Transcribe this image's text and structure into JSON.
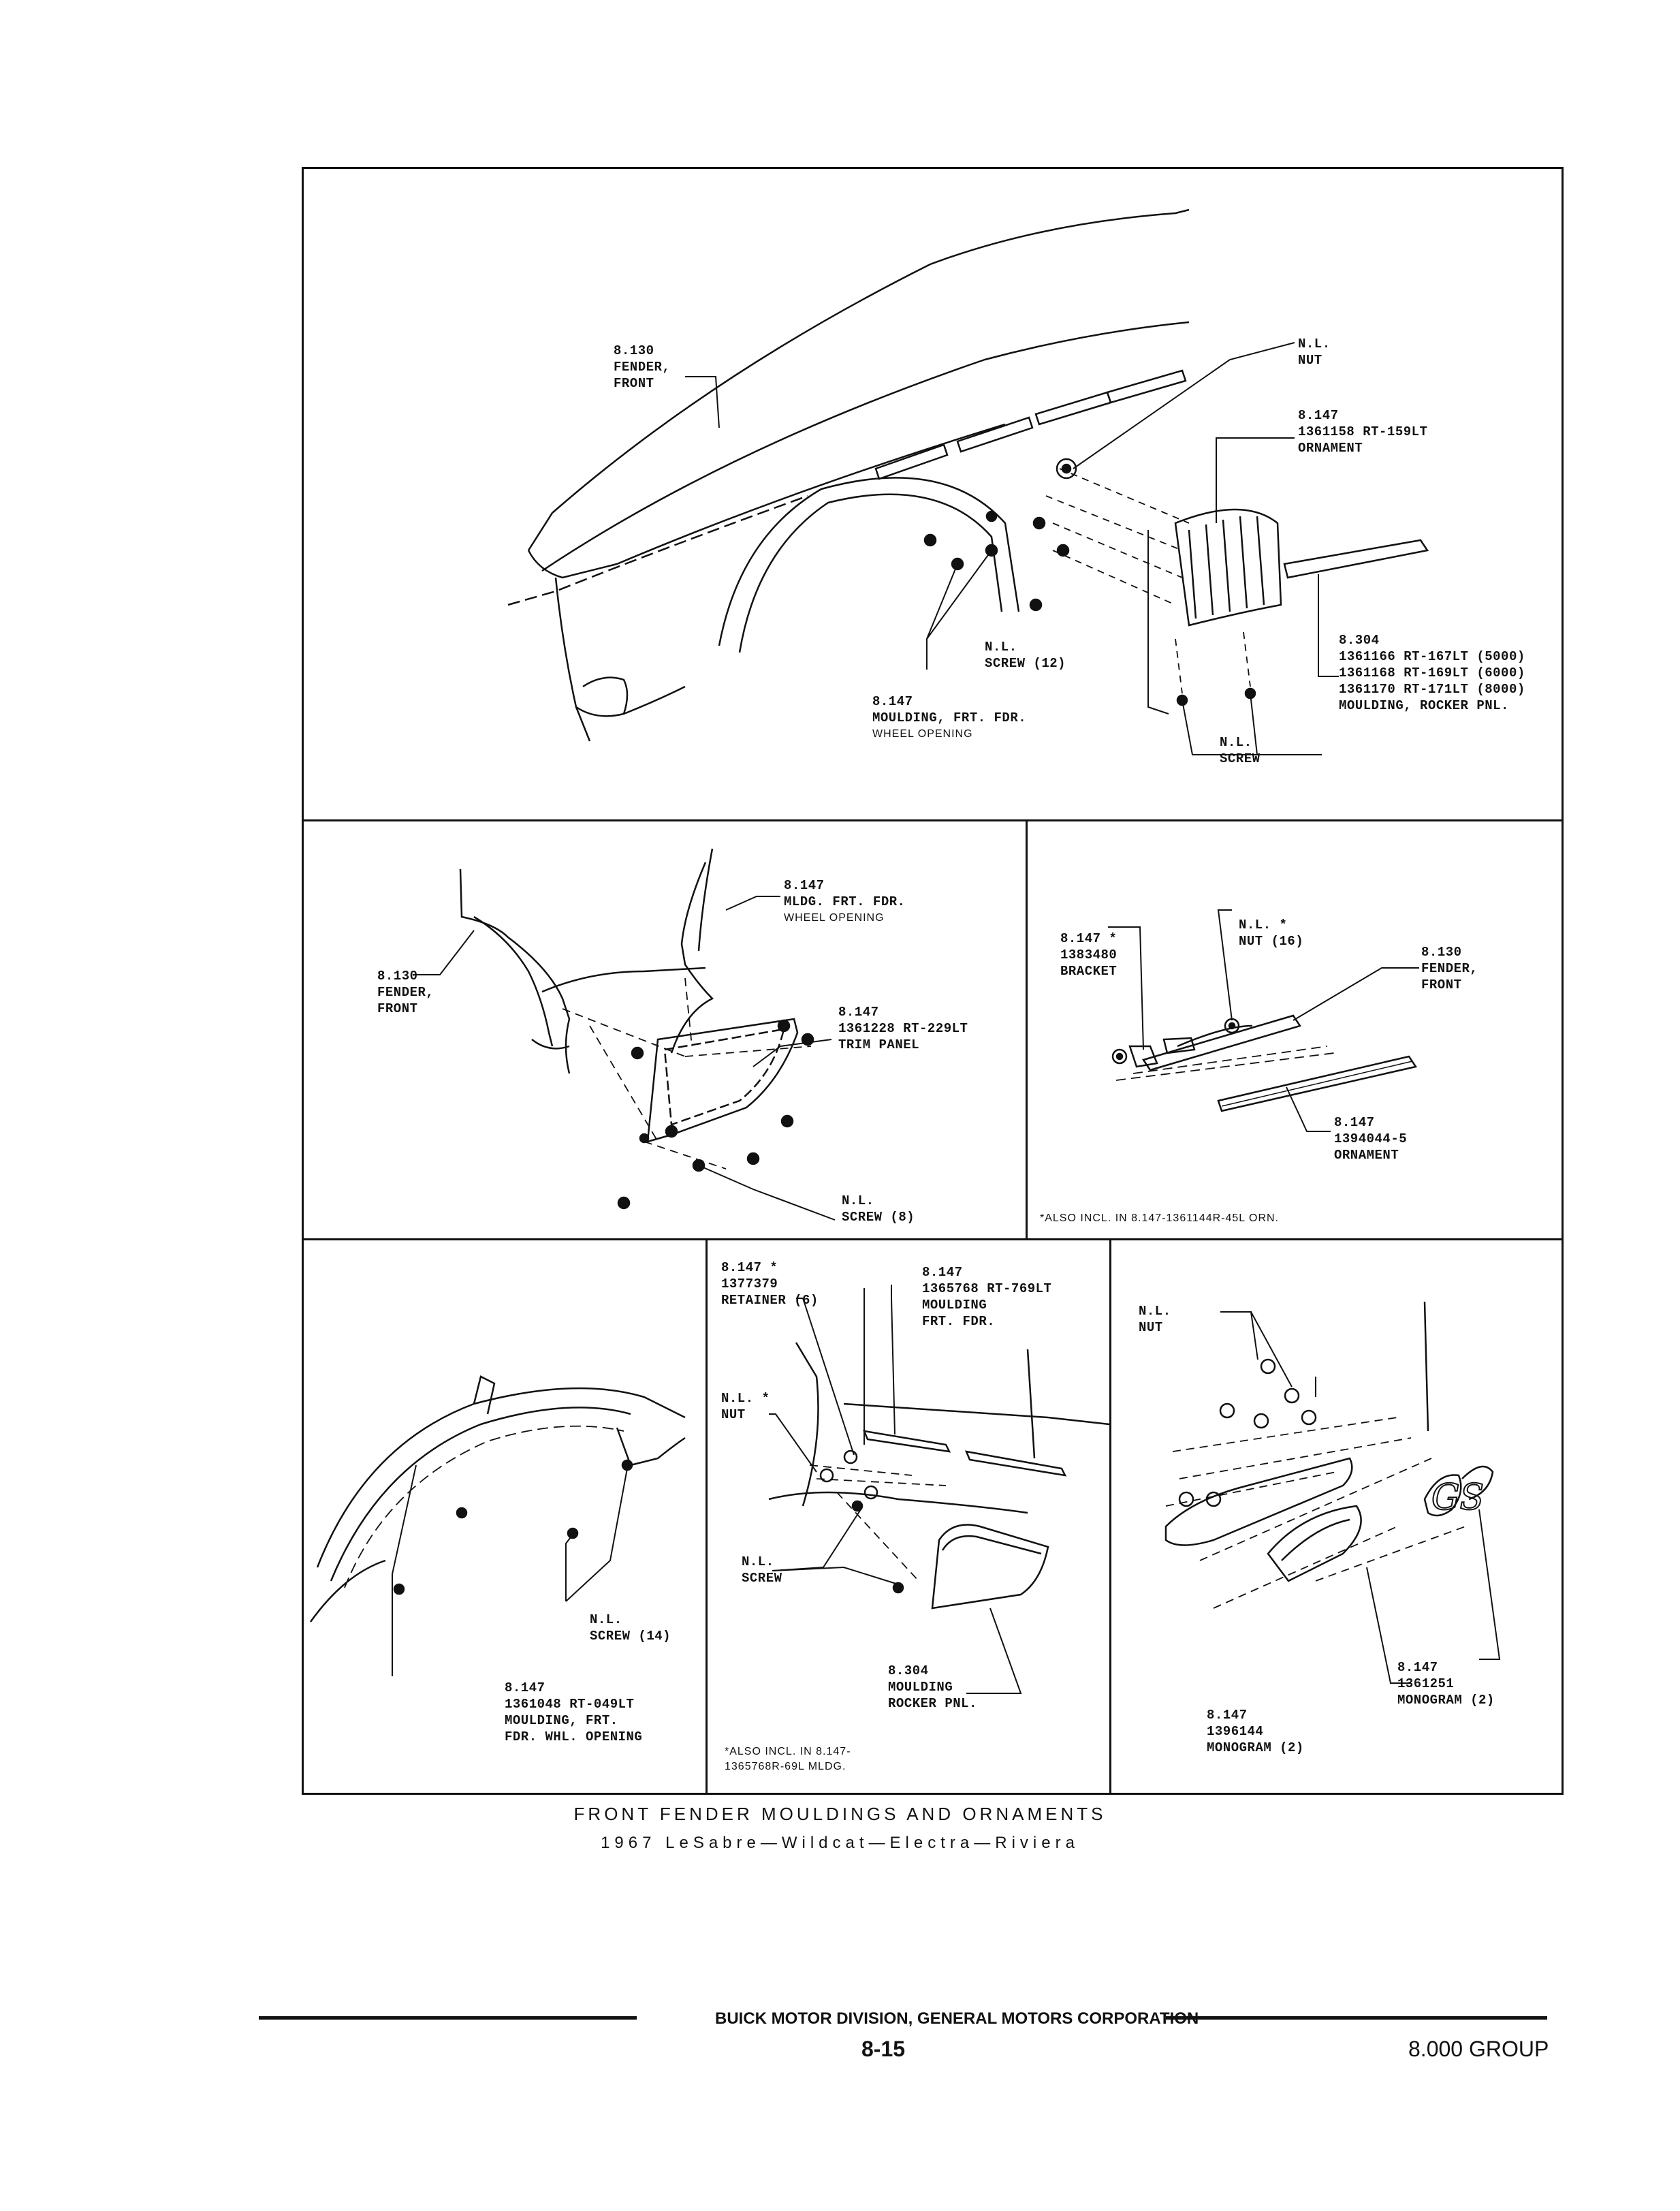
{
  "panels": {
    "top": {
      "fender": [
        "8.130",
        "FENDER,",
        "FRONT"
      ],
      "nut": [
        "N.L.",
        "NUT"
      ],
      "ornament": [
        "8.147",
        "1361158 RT-159LT",
        "ORNAMENT"
      ],
      "screw12": [
        "N.L.",
        "SCREW (12)"
      ],
      "moulding_wheel": [
        "8.147",
        "MOULDING, FRT. FDR."
      ],
      "moulding_wheel_sub": "WHEEL OPENING",
      "rocker": [
        "8.304",
        "1361166 RT-167LT (5000)",
        "1361168 RT-169LT (6000)",
        "1361170 RT-171LT (8000)",
        "MOULDING, ROCKER PNL."
      ],
      "screw": [
        "N.L.",
        "SCREW"
      ]
    },
    "mid_left": {
      "mldg": [
        "8.147",
        "MLDG. FRT. FDR."
      ],
      "mldg_sub": "WHEEL OPENING",
      "fender": [
        "8.130",
        "FENDER,",
        "FRONT"
      ],
      "trim": [
        "8.147",
        "1361228 RT-229LT",
        "TRIM PANEL"
      ],
      "screw": [
        "N.L.",
        "SCREW (8)"
      ]
    },
    "mid_right": {
      "bracket": [
        "8.147 *",
        "1383480",
        "BRACKET"
      ],
      "nut": [
        "N.L. *",
        "NUT (16)"
      ],
      "fender": [
        "8.130",
        "FENDER,",
        "FRONT"
      ],
      "ornament": [
        "8.147",
        "1394044-5",
        "ORNAMENT"
      ],
      "note": "*ALSO INCL. IN 8.147-1361144R-45L ORN."
    },
    "bot_left": {
      "screw": [
        "N.L.",
        "SCREW (14)"
      ],
      "moulding": [
        "8.147",
        "1361048 RT-049LT",
        "MOULDING, FRT.",
        "FDR. WHL. OPENING"
      ]
    },
    "bot_mid": {
      "retainer": [
        "8.147 *",
        "1377379",
        "RETAINER (6)"
      ],
      "moulding": [
        "8.147",
        "1365768 RT-769LT",
        "MOULDING",
        "FRT. FDR."
      ],
      "nut": [
        "N.L. *",
        "NUT"
      ],
      "screw": [
        "N.L.",
        "SCREW"
      ],
      "rocker": [
        "8.304",
        "MOULDING",
        "ROCKER PNL."
      ],
      "note": [
        "*ALSO INCL. IN 8.147-",
        "1365768R-69L MLDG."
      ]
    },
    "bot_right": {
      "nut": [
        "N.L.",
        "NUT"
      ],
      "mono_gs": [
        "8.147",
        "1361251",
        "MONOGRAM (2)"
      ],
      "mono_script": [
        "8.147",
        "1396144",
        "MONOGRAM (2)"
      ],
      "emblem_text": "GS"
    }
  },
  "caption": {
    "title": "FRONT FENDER MOULDINGS AND ORNAMENTS",
    "subtitle": "1967 LeSabre—Wildcat—Electra—Riviera"
  },
  "footer": {
    "company": "BUICK MOTOR DIVISION, GENERAL MOTORS CORPORATION",
    "page": "8-15",
    "group": "8.000 GROUP"
  }
}
